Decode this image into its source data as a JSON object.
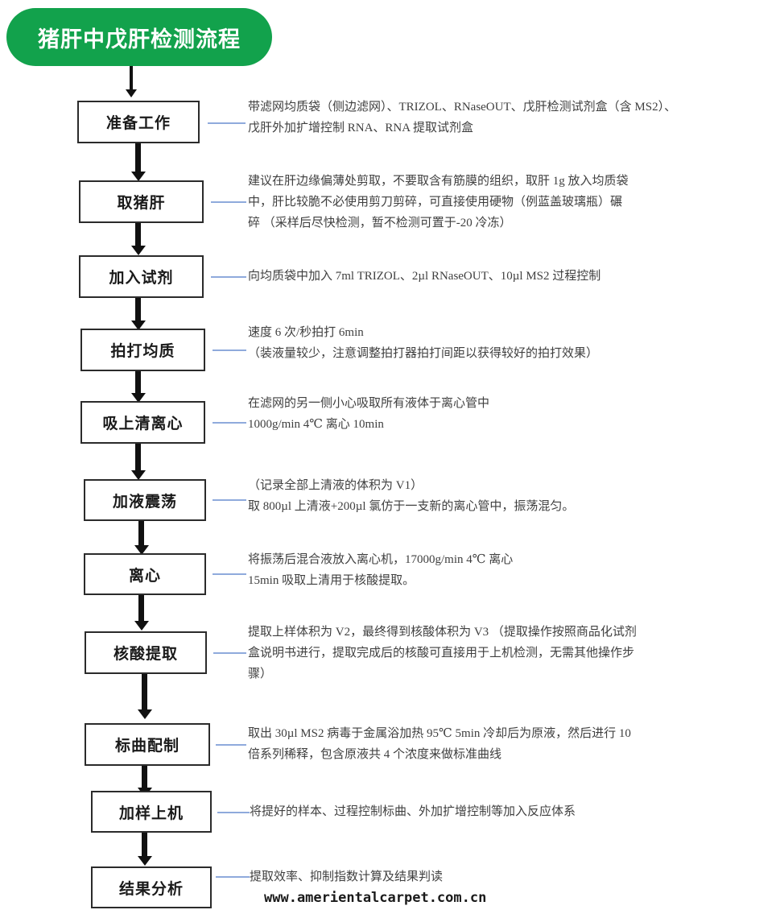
{
  "title": {
    "text": "猪肝中戊肝检测流程",
    "background_color": "#12A24C",
    "text_color": "#FFFFFF"
  },
  "colors": {
    "box_border": "#2B2B2B",
    "arrow": "#111111",
    "leader_line": "#8FAADC",
    "note_text": "#3F3F3F",
    "accent_green": "#12A24C"
  },
  "watermark": {
    "text": "www.amerientalcarpet.com.cn"
  },
  "steps": [
    {
      "id": "preparation",
      "label": "准备工作",
      "note_lines": [
        "带滤网均质袋（侧边滤网）、TRIZOL、RNaseOUT、戊肝检测试剂盒（含 MS2）、",
        "戊肝外加扩增控制 RNA、RNA 提取试剂盒"
      ]
    },
    {
      "id": "take-pig-liver",
      "label": "取猪肝",
      "note_lines": [
        "建议在肝边缘偏薄处剪取，不要取含有筋膜的组织，取肝 1g 放入均质袋",
        "中，肝比较脆不必使用剪刀剪碎，可直接使用硬物（例蓝盖玻璃瓶）碾",
        "碎 （采样后尽快检测，暂不检测可置于-20 冷冻）"
      ]
    },
    {
      "id": "add-reagent",
      "label": "加入试剂",
      "note_lines": [
        "向均质袋中加入 7ml TRIZOL、2µl RNaseOUT、10µl MS2 过程控制"
      ]
    },
    {
      "id": "homogenize",
      "label": "拍打均质",
      "note_lines": [
        "速度 6 次/秒拍打 6min",
        "（装液量较少，注意调整拍打器拍打间距以获得较好的拍打效果）"
      ]
    },
    {
      "id": "aspirate-supernatant-centrifuge",
      "label": "吸上清离心",
      "note_lines": [
        "在滤网的另一侧小心吸取所有液体于离心管中",
        "1000g/min   4℃  离心 10min"
      ]
    },
    {
      "id": "add-liquid-vortex",
      "label": "加液震荡",
      "note_lines": [
        "（记录全部上清液的体积为 V1）",
        "取 800µl 上清液+200µl 氯仿于一支新的离心管中，振荡混匀。"
      ]
    },
    {
      "id": "centrifuge",
      "label": "离心",
      "note_lines": [
        "将振荡后混合液放入离心机，17000g/min  4℃  离心",
        "15min 吸取上清用于核酸提取。"
      ]
    },
    {
      "id": "nucleic-acid-extraction",
      "label": "核酸提取",
      "note_lines": [
        "提取上样体积为 V2，最终得到核酸体积为 V3 （提取操作按照商品化试剂",
        "盒说明书进行，提取完成后的核酸可直接用于上机检测，无需其他操作步",
        "骤）"
      ]
    },
    {
      "id": "standard-curve-preparation",
      "label": "标曲配制",
      "note_lines": [
        "取出 30µl MS2 病毒于金属浴加热 95℃  5min 冷却后为原液，然后进行 10",
        "倍系列稀释，包含原液共 4 个浓度来做标准曲线"
      ]
    },
    {
      "id": "loading-sample",
      "label": "加样上机",
      "note_lines": [
        "将提好的样本、过程控制标曲、外加扩增控制等加入反应体系"
      ]
    },
    {
      "id": "result-analysis",
      "label": "结果分析",
      "note_lines": [
        "提取效率、抑制指数计算及结果判读"
      ]
    }
  ]
}
